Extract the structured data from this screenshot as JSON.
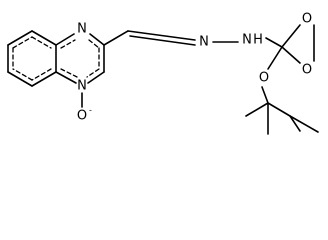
{
  "structure": {
    "atom_labels": {
      "n_ring_top": "N",
      "n_ring_bottom": "N",
      "o_oxide": "O",
      "o_oxide_charge": "-",
      "n_hydrazone_1": "N",
      "n_hydrazone_2": "N",
      "h_hydrazone": "H",
      "o_dioxirane_top": "O",
      "o_dioxirane_bottom": "O",
      "o_ether": "O"
    }
  }
}
